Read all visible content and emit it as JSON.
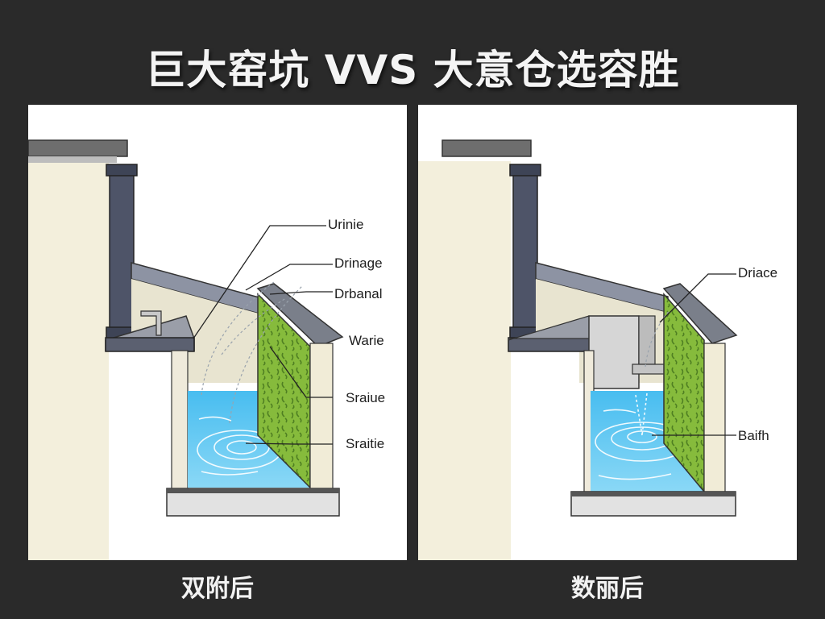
{
  "title": "巨大窑坑 VVS 大意仓选容胜",
  "panels": [
    {
      "caption": "双附后",
      "labels": [
        "Urinie",
        "Drinage",
        "Drbanal",
        "Warie",
        "Sraiue",
        "Sraitie"
      ]
    },
    {
      "caption": "数丽后",
      "labels": [
        "Driace",
        "Baifh"
      ]
    }
  ],
  "colors": {
    "background": "#2a2a2a",
    "water": "#5cc6ee",
    "moss": "#86bb3c",
    "wall": "#f3efdc",
    "pipe": "#4e5468"
  }
}
